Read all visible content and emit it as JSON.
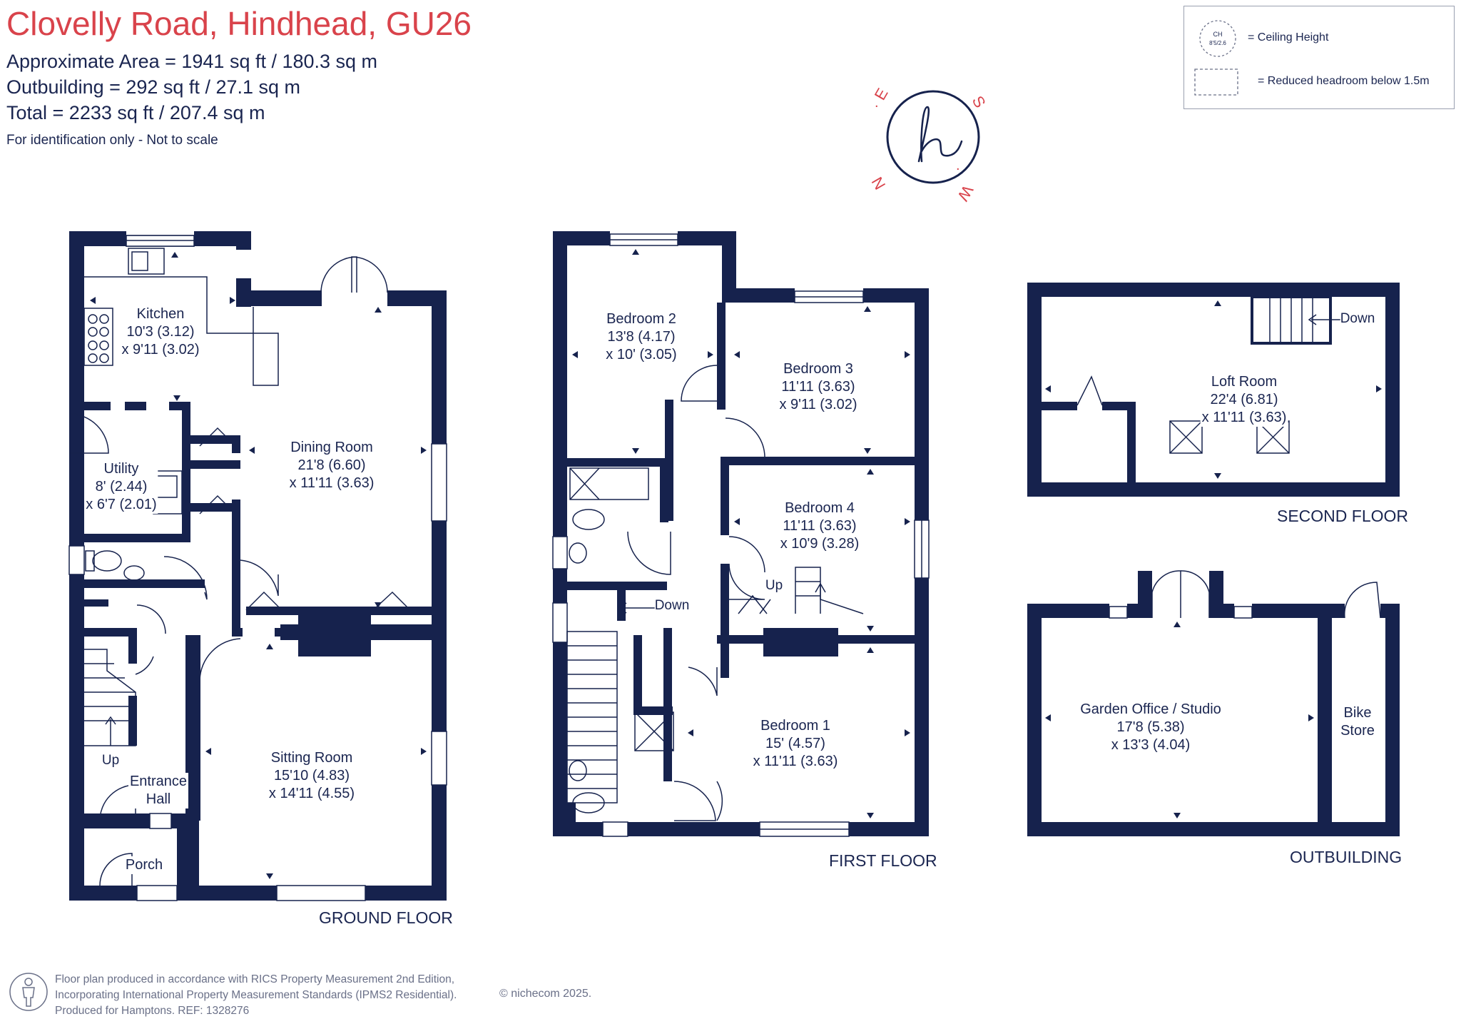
{
  "header": {
    "title": "Clovelly Road, Hindhead, GU26",
    "area_line": "Approximate Area = 1941  sq ft / 180.3  sq m",
    "outbuilding_line": "Outbuilding = 292 sq ft / 27.1 sq m",
    "total_line": "Total = 2233 sq ft / 207.4 sq m",
    "disclaimer": "For identification only - Not to scale"
  },
  "legend": {
    "ceiling_height_symbol": "CH\n8'5/2.6",
    "ceiling_height_label": "= Ceiling Height",
    "reduced_headroom_label": "= Reduced headroom below 1.5m"
  },
  "compass": {
    "letters": [
      "S",
      "W",
      "N",
      "E"
    ],
    "logo_letter": "h"
  },
  "floors": {
    "ground": {
      "label": "GROUND FLOOR",
      "rooms": [
        {
          "name": "Kitchen",
          "dims": [
            "10'3 (3.12)",
            "x 9'11 (3.02)"
          ]
        },
        {
          "name": "Dining Room",
          "dims": [
            "21'8 (6.60)",
            "x 11'11 (3.63)"
          ]
        },
        {
          "name": "Utility",
          "dims": [
            "8' (2.44)",
            "x 6'7 (2.01)"
          ]
        },
        {
          "name": "Sitting Room",
          "dims": [
            "15'10 (4.83)",
            "x 14'11 (4.55)"
          ]
        },
        {
          "name": "Entrance",
          "dims": [
            "Hall"
          ]
        },
        {
          "name": "Porch",
          "dims": []
        }
      ],
      "stair_label": "Up"
    },
    "first": {
      "label": "FIRST FLOOR",
      "rooms": [
        {
          "name": "Bedroom 2",
          "dims": [
            "13'8 (4.17)",
            "x 10' (3.05)"
          ]
        },
        {
          "name": "Bedroom 3",
          "dims": [
            "11'11 (3.63)",
            "x 9'11 (3.02)"
          ]
        },
        {
          "name": "Bedroom 4",
          "dims": [
            "11'11 (3.63)",
            "x 10'9 (3.28)"
          ]
        },
        {
          "name": "Bedroom 1",
          "dims": [
            "15' (4.57)",
            "x 11'11 (3.63)"
          ]
        }
      ],
      "stair_down_label": "Down",
      "stair_up_label": "Up"
    },
    "second": {
      "label": "SECOND FLOOR",
      "rooms": [
        {
          "name": "Loft Room",
          "dims": [
            "22'4 (6.81)",
            "x 11'11 (3.63)"
          ]
        }
      ],
      "stair_label": "Down"
    },
    "outbuilding": {
      "label": "OUTBUILDING",
      "rooms": [
        {
          "name": "Garden Office / Studio",
          "dims": [
            "17'8 (5.38)",
            "x 13'3 (4.04)"
          ]
        },
        {
          "name": "Bike",
          "dims": [
            "Store"
          ]
        }
      ]
    }
  },
  "footer": {
    "lines": [
      "Floor plan produced in accordance with RICS Property Measurement 2nd Edition,",
      "Incorporating International Property Measurement Standards (IPMS2 Residential).",
      "Produced for Hamptons.  REF:  1328276"
    ],
    "copyright": "© nichecom 2025."
  },
  "colors": {
    "wall": "#16224d",
    "title": "#d9434b",
    "logo": "#d9434b"
  }
}
